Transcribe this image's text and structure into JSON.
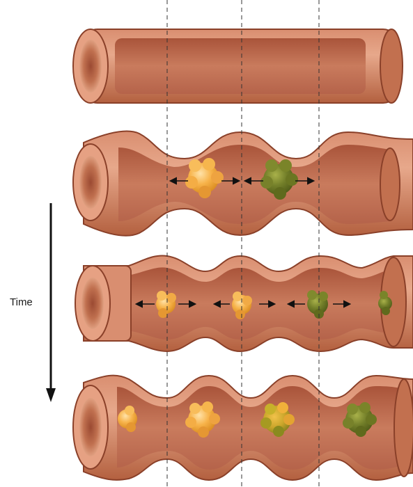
{
  "time_label": "Time",
  "colors": {
    "tube_outer": "#c8765a",
    "tube_light": "#e3a184",
    "tube_inner": "#b96447",
    "tube_shadow": "#8f4430",
    "tube_edge": "#7a3a26",
    "lumen_dark": "#a35138",
    "bolus_orange": "#f2a93b",
    "bolus_orange_light": "#ffd07a",
    "bolus_green": "#6f7a27",
    "bolus_green_light": "#9aa33d",
    "bolus_mixed": "#c9a52a",
    "arrow": "#111111",
    "dashed_line": "#333333"
  },
  "panels": [
    {
      "stage": "tube-unsegmented",
      "boluses": []
    },
    {
      "stage": "tube-segmented-1",
      "boluses": [
        {
          "color": "orange"
        },
        {
          "color": "green"
        }
      ]
    },
    {
      "stage": "tube-segmented-2",
      "boluses": [
        {
          "color": "orange"
        },
        {
          "color": "orange"
        },
        {
          "color": "green"
        },
        {
          "color": "green"
        }
      ]
    },
    {
      "stage": "tube-segmented-3",
      "boluses": [
        {
          "color": "orange"
        },
        {
          "color": "orange"
        },
        {
          "color": "mixed"
        },
        {
          "color": "green"
        }
      ]
    }
  ]
}
